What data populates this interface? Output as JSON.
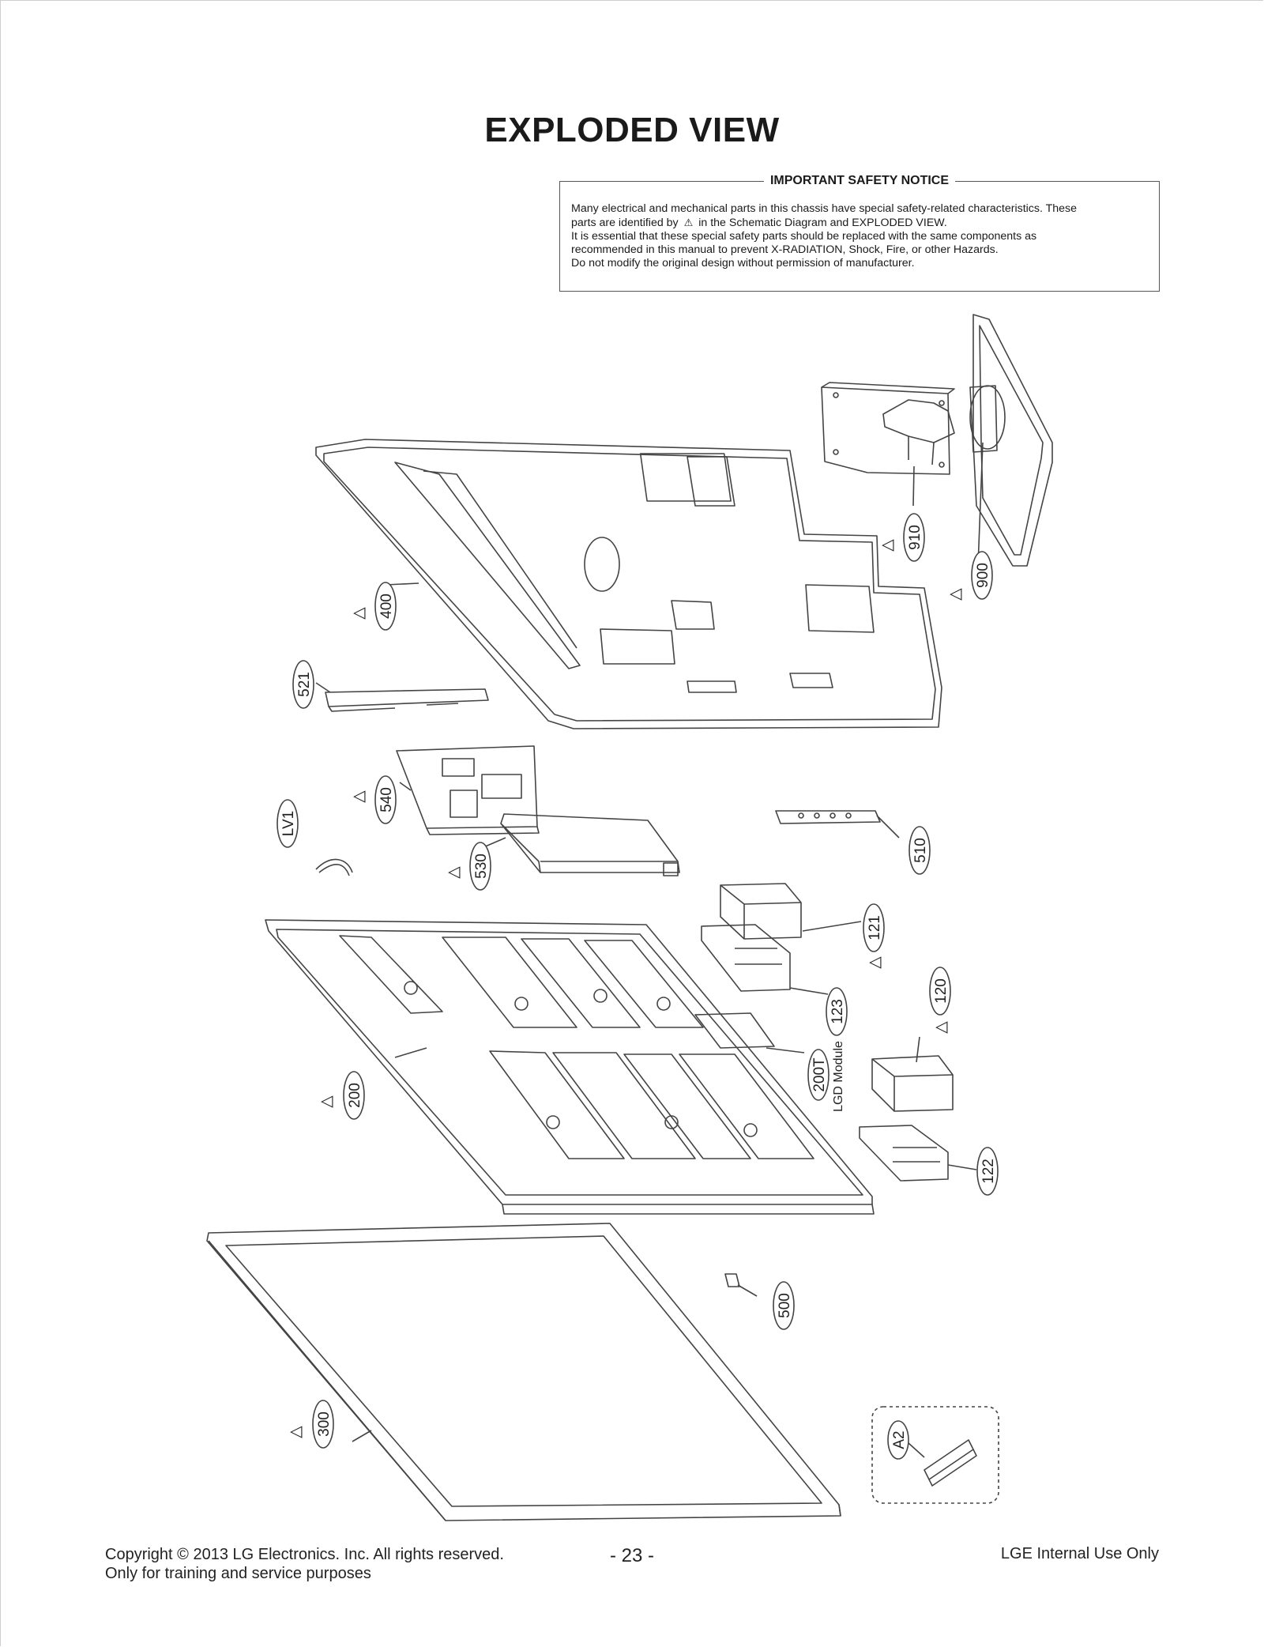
{
  "title": "EXPLODED VIEW",
  "notice": {
    "heading": "IMPORTANT SAFETY NOTICE",
    "line1": "Many electrical and mechanical parts in this chassis have special safety-related characteristics. These",
    "line2a": "parts are identified by",
    "line2b": "in the Schematic Diagram and EXPLODED VIEW.",
    "line3": "It is essential that these special safety parts should be replaced with the same components as",
    "line4": "recommended in this manual to prevent X-RADIATION, Shock, Fire, or other Hazards.",
    "line5": "Do not modify the original design without permission of manufacturer."
  },
  "parts": {
    "p900": "900",
    "p910": "910",
    "p400": "400",
    "p521": "521",
    "p540": "540",
    "pLV1": "LV1",
    "p530": "530",
    "p510": "510",
    "p121": "121",
    "p123": "123",
    "p120": "120",
    "p200T": "200T",
    "lgd": "LGD Module",
    "p200": "200",
    "p122": "122",
    "p500": "500",
    "p300": "300",
    "pA2": "A2"
  },
  "footer": {
    "copyright": "Copyright  © 2013 LG Electronics. Inc. All rights reserved.",
    "purpose": "Only for training and service purposes",
    "page": "- 23 -",
    "internal": "LGE Internal Use Only"
  }
}
